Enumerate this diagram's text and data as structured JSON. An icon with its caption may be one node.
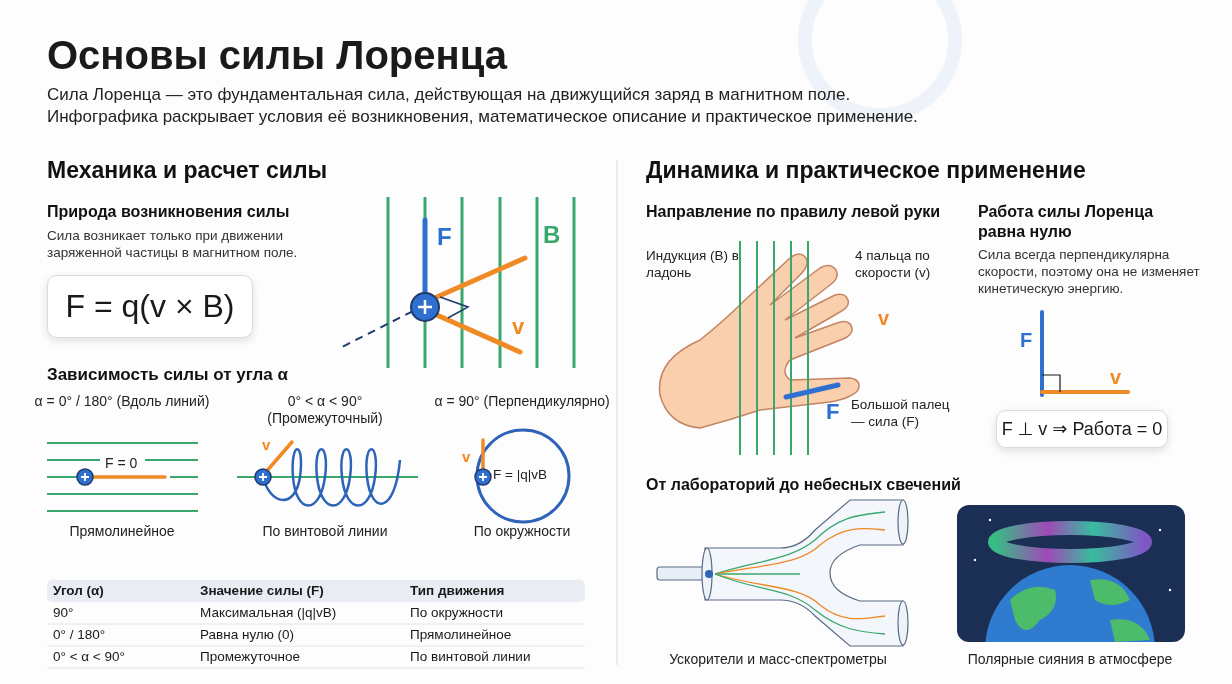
{
  "diagram": {
    "title": "Основы силы Лоренца",
    "nodes": [
      {
        "text": [
          "F = q(v × B)"
        ]
      },
      {
        "text": [
          "F ⊥ v ⇒ Работа = 0"
        ]
      }
    ],
    "edges": [],
    "labels": [
      "Сила Лоренца — это фундаментальная сила, действующая на движущийся заряд в магнитном поле. Инфографика раскрывает условия её возникновения, математическое описание и практическое применение.",
      "Механика и расчет силы",
      "Природа возникновения силы",
      "Сила возникает только при движении заряженной частицы в магнитном поле.",
      "F",
      "B",
      "v",
      "Зависимость силы от угла α",
      "α = 0° / 180° (Вдоль линий)",
      "0° < α < 90° (Промежуточный)",
      "α = 90° (Перпендикулярно)",
      "F = 0",
      "v",
      "v",
      "F = |q|vB",
      "Прямолинейное",
      "По винтовой линии",
      "По окружности",
      "Угол (α)",
      "Значение силы (F)",
      "Тип движения",
      "90°",
      "Максимальная (|q|vB)",
      "По окружности",
      "0° / 180°",
      "Равна нулю (0)",
      "Прямолинейное",
      "0° < α < 90°",
      "Промежуточное",
      "По винтовой линии",
      "Динамика и практическое применение",
      "Направление по правилу левой руки",
      "Индукция (B) в ладонь",
      "4 пальца по скорости (v)",
      "v",
      "F",
      "Большой палец — сила (F)",
      "Работа силы Лоренца равна нулю",
      "Сила всегда перпендикулярна скорости, поэтому она не изменяет кинетическую энергию.",
      "F",
      "v",
      "От лабораторий до небесных свечений",
      "Ускорители и масс-спектрометры",
      "Полярные сияния в атмосфере"
    ]
  }
}
